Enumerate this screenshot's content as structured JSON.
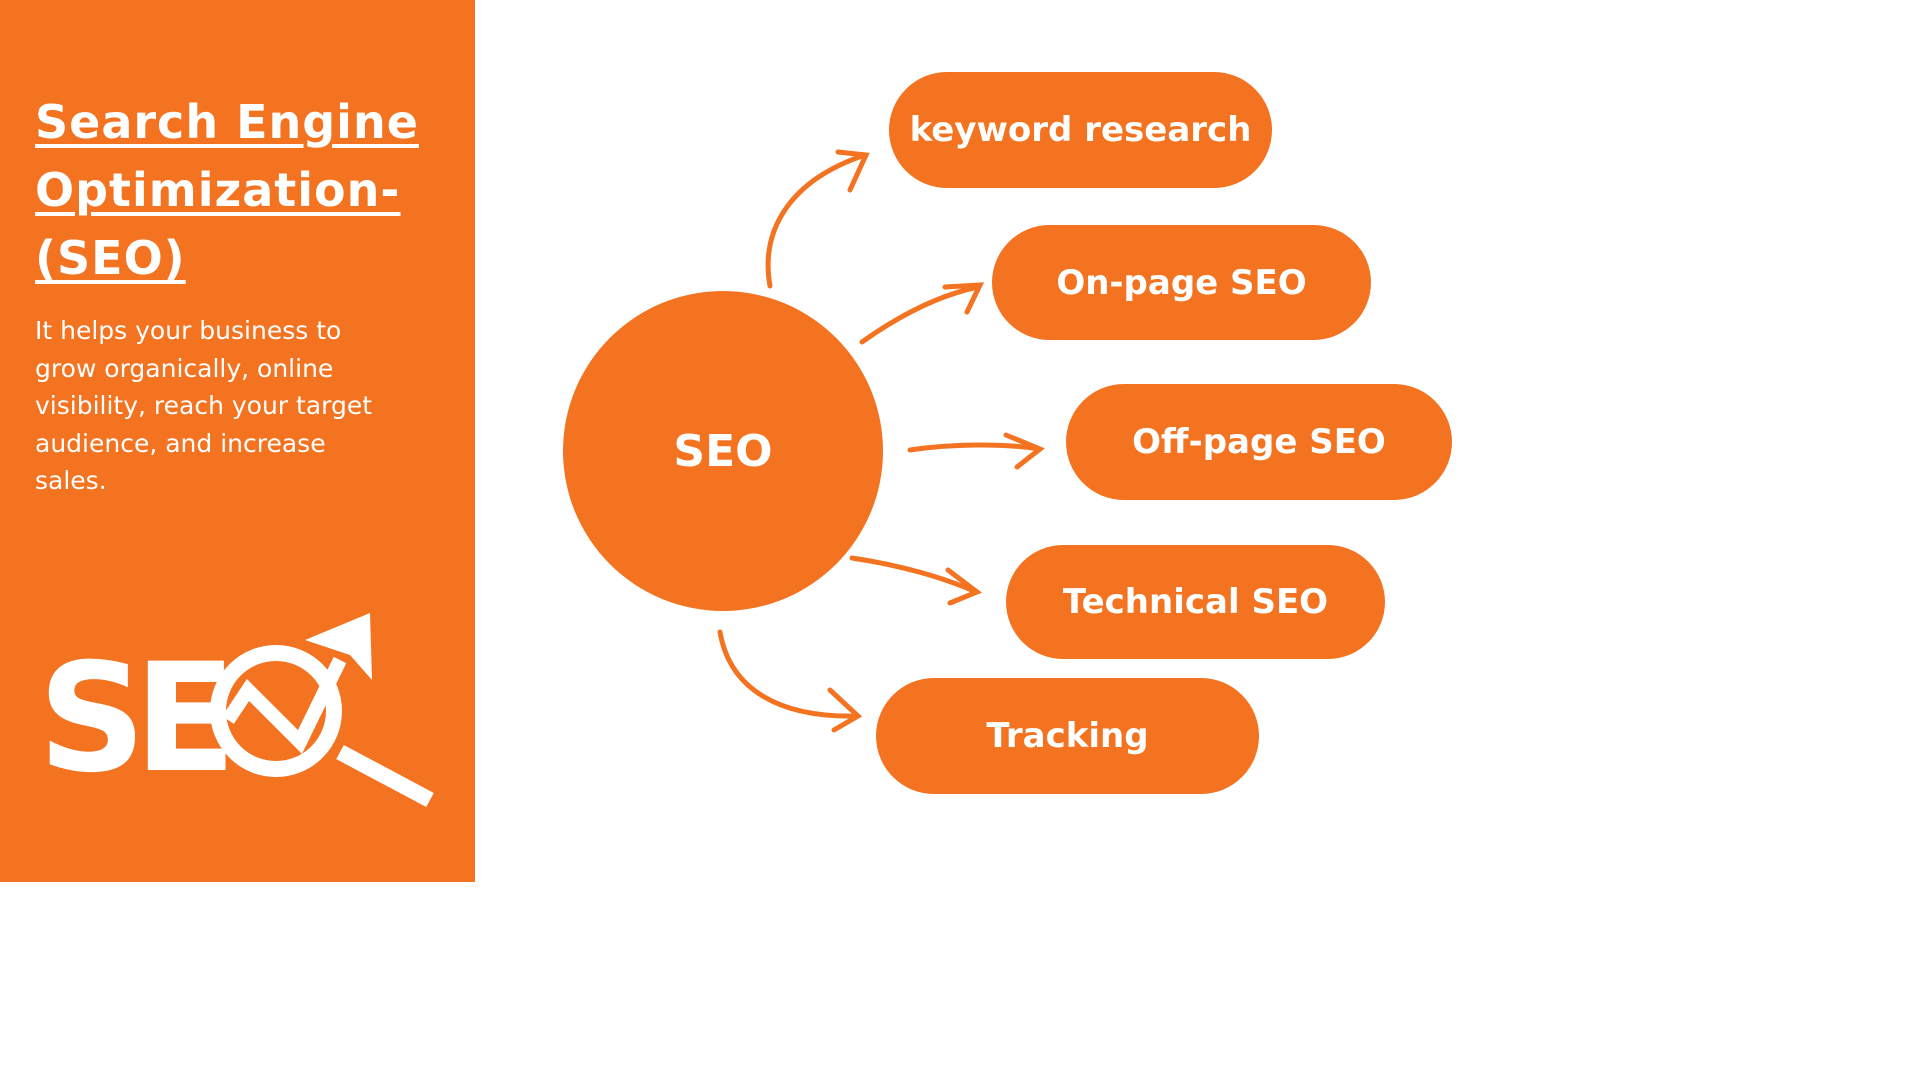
{
  "sidebar": {
    "title": "Search Engine Optimization-(SEO)",
    "description": "It helps your business to grow organically, online visibility, reach your target audience, and increase sales.",
    "logo_text": "SEO"
  },
  "diagram": {
    "center": "SEO",
    "nodes": [
      "keyword research",
      "On-page SEO",
      "Off-page SEO",
      "Technical SEO",
      "Tracking"
    ]
  },
  "colors": {
    "accent": "#f37321",
    "text": "#ffffff"
  }
}
